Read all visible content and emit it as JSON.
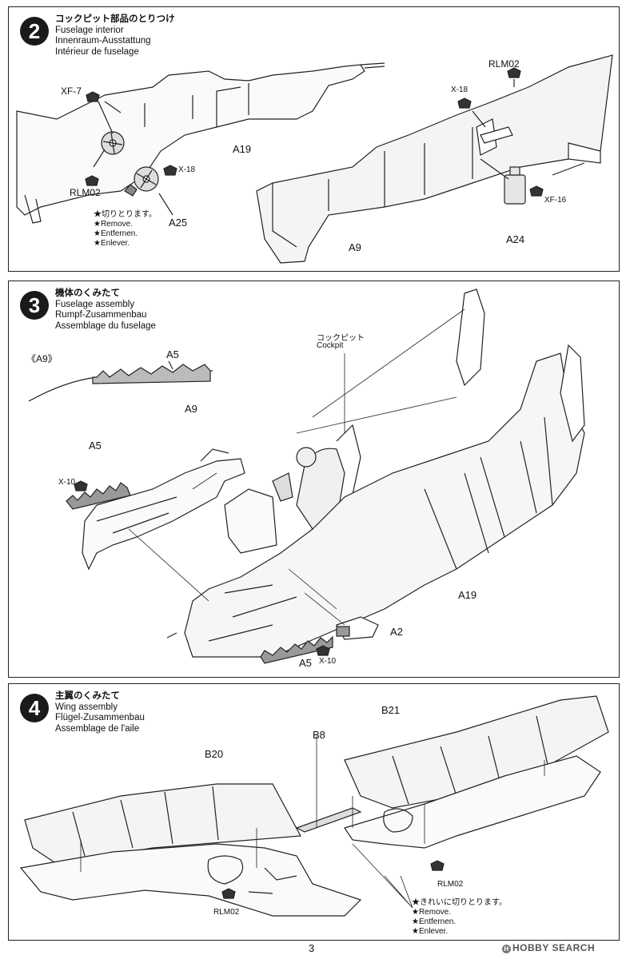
{
  "step2": {
    "number": "2",
    "title_jp": "コックピット部品のとりつけ",
    "title_en": "Fuselage interior",
    "title_de": "Innenraum-Ausstattung",
    "title_fr": "Intérieur de fuselage",
    "labels": {
      "xf7": "XF-7",
      "rlm02_left": "RLM02",
      "x18_left": "X-18",
      "a25": "A25",
      "a19": "A19",
      "rlm02_right": "RLM02",
      "x18_right": "X-18",
      "xf16": "XF-16",
      "a24": "A24",
      "a9": "A9"
    },
    "note": [
      "★切りとります。",
      "★Remove.",
      "★Entfernen.",
      "★Enlever."
    ]
  },
  "step3": {
    "number": "3",
    "title_jp": "機体のくみたて",
    "title_en": "Fuselage assembly",
    "title_de": "Rumpf-Zusammenbau",
    "title_fr": "Assemblage du fuselage",
    "labels": {
      "a9_detail": "《A9》",
      "a5_detail": "A5",
      "cockpit_jp": "コックピット",
      "cockpit_en": "Cockpit",
      "a9": "A9",
      "a5_left": "A5",
      "x10_left": "X-10",
      "a19": "A19",
      "a2": "A2",
      "a5_bottom": "A5",
      "x10_bottom": "X-10"
    }
  },
  "step4": {
    "number": "4",
    "title_jp": "主翼のくみたて",
    "title_en": "Wing assembly",
    "title_de": "Flügel-Zusammenbau",
    "title_fr": "Assemblage de l'aile",
    "labels": {
      "b21": "B21",
      "b8": "B8",
      "b20": "B20",
      "rlm02_left": "RLM02",
      "rlm02_right": "RLM02"
    },
    "note": [
      "★きれいに切りとります。",
      "★Remove.",
      "★Entfernen.",
      "★Enlever."
    ]
  },
  "footer": {
    "page_number": "3",
    "watermark": "HOBBY SEARCH",
    "watermark_mark": "H"
  }
}
